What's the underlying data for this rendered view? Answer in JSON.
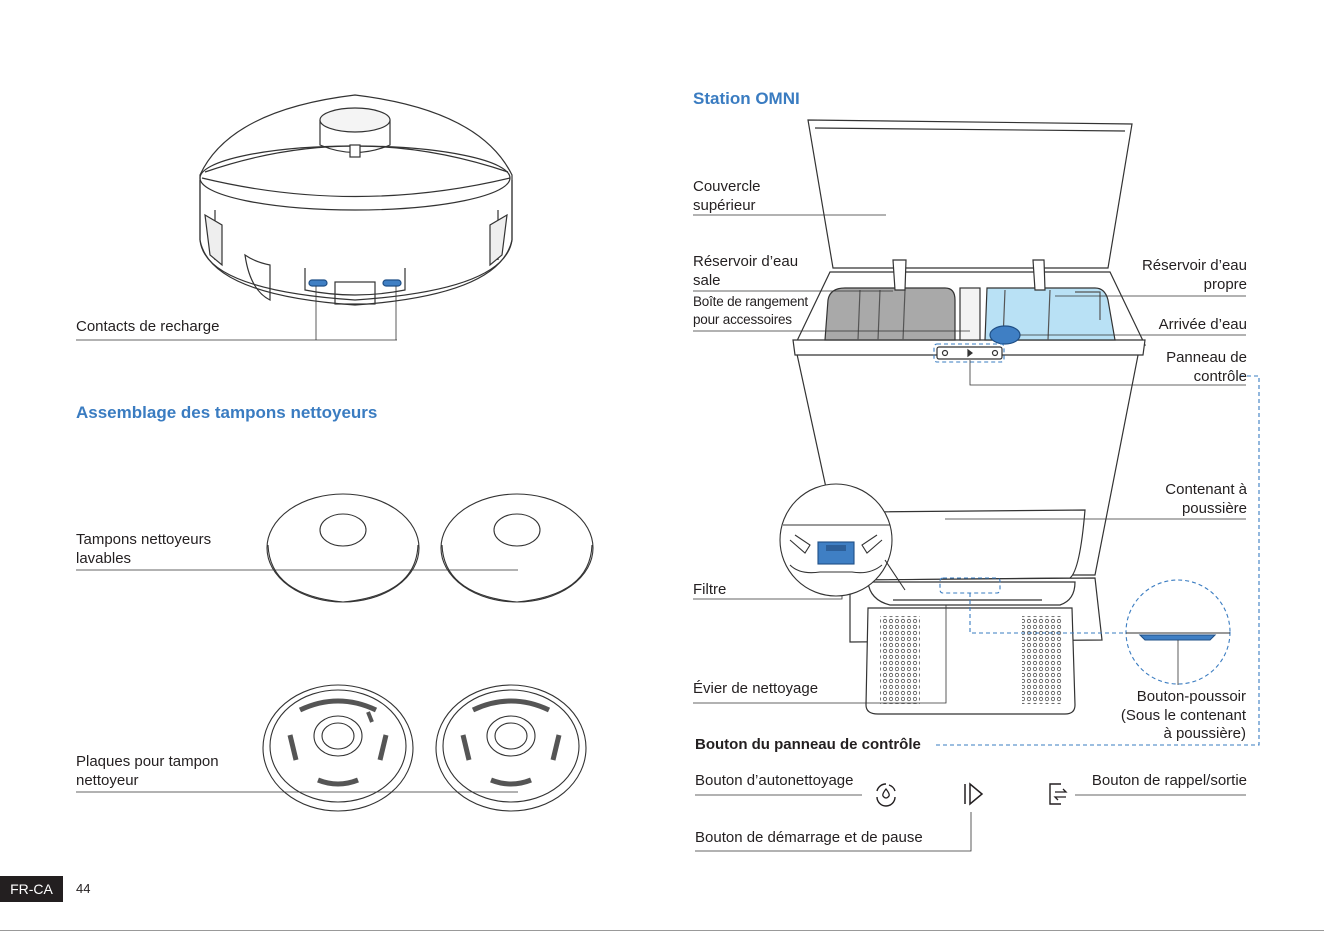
{
  "left_column": {
    "robot_label": "Contacts de recharge",
    "section_title": "Assemblage des tampons nettoyeurs",
    "pads_label_line1": "Tampons nettoyeurs",
    "pads_label_line2": "lavables",
    "plates_label_line1": "Plaques pour tampon",
    "plates_label_line2": "nettoyeur"
  },
  "station": {
    "title": "Station OMNI",
    "lid_line1": "Couvercle",
    "lid_line2": "supérieur",
    "dirty_tank_line1": "Réservoir d’eau",
    "dirty_tank_line2": "sale",
    "storage_line1": "Boîte de rangement",
    "storage_line2": "pour accessoires",
    "clean_tank_line1": "Réservoir d’eau",
    "clean_tank_line2": "propre",
    "water_inlet": "Arrivée d’eau",
    "control_panel_line1": "Panneau de",
    "control_panel_line2": "contrôle",
    "dust_container_line1": "Contenant à",
    "dust_container_line2": "poussière",
    "filter": "Filtre",
    "wash_basin": "Évier de nettoyage",
    "push_button_line1": "Bouton-poussoir",
    "push_button_line2": "(Sous le contenant",
    "push_button_line3": "à poussière)"
  },
  "control_panel": {
    "title": "Bouton du panneau de contrôle",
    "self_clean": "Bouton d’autonettoyage",
    "recall_exit": "Bouton de rappel/sortie",
    "start_pause": "Bouton de démarrage et de pause"
  },
  "footer": {
    "locale": "FR-CA",
    "page_number": "44"
  },
  "colors": {
    "accent_blue": "#3a7cc1",
    "clean_tank_fill": "#b9e1f5",
    "dirty_tank_fill": "#a9a9a9",
    "button_blue": "#3f7fc4",
    "text": "#231f20"
  },
  "icons": [
    "self-clean-icon",
    "start-pause-icon",
    "recall-exit-icon"
  ]
}
